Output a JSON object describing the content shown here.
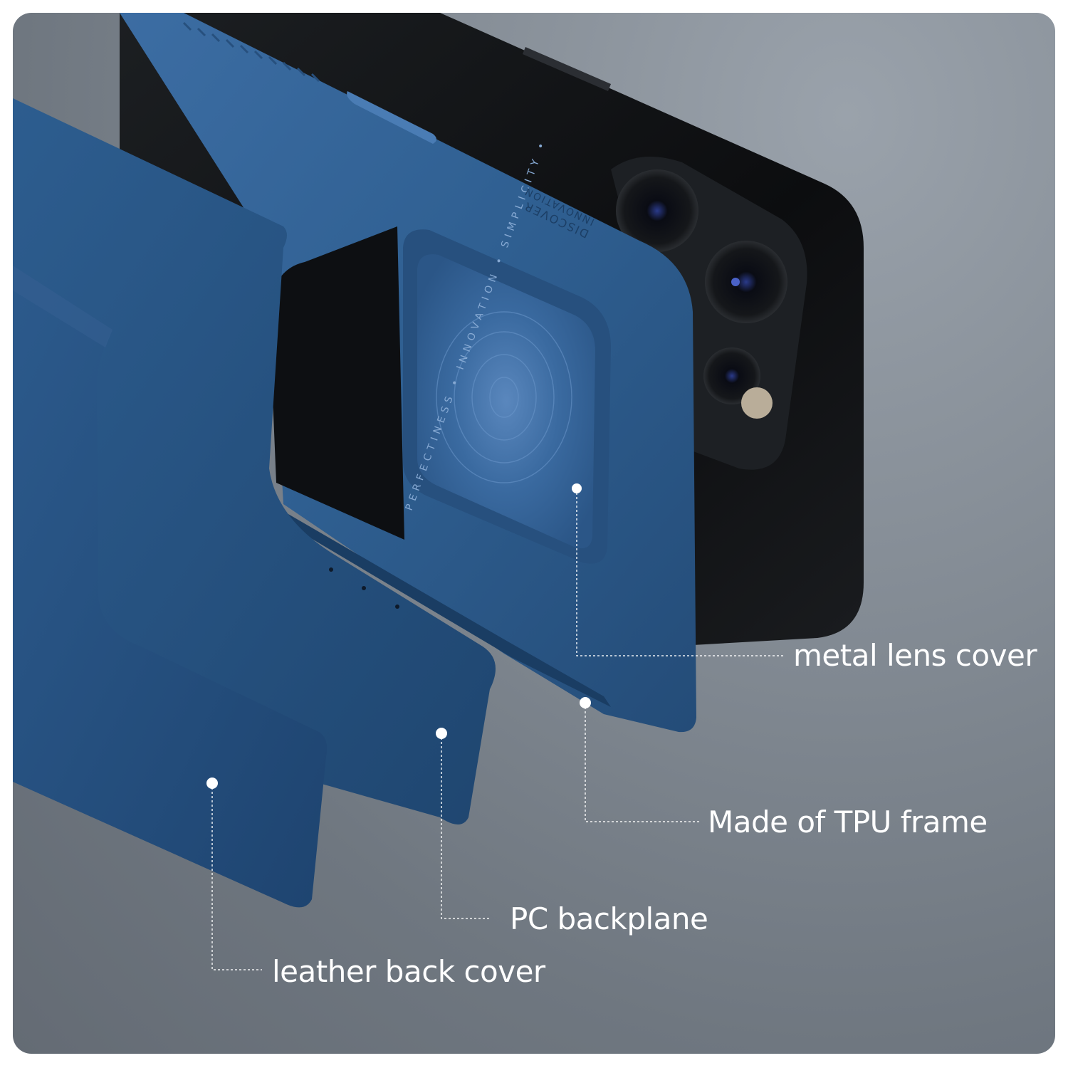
{
  "colors": {
    "background": "#7d858e",
    "case_blue": "#2f5f91",
    "leather_blue": "#254f80",
    "phone_black": "#101214",
    "label_text": "#ffffff"
  },
  "case_engraving": {
    "top_line_1": "DISCOVER",
    "top_line_2": "INNOVATION",
    "ring_text": "PERFECTINESS • INNOVATION • SIMPLICITY •"
  },
  "callouts": [
    {
      "id": "metal-lens-cover",
      "label": "metal lens cover"
    },
    {
      "id": "tpu-frame",
      "label": "Made of TPU frame"
    },
    {
      "id": "pc-backplane",
      "label": "PC backplane"
    },
    {
      "id": "leather-back-cover",
      "label": "leather back cover"
    }
  ]
}
